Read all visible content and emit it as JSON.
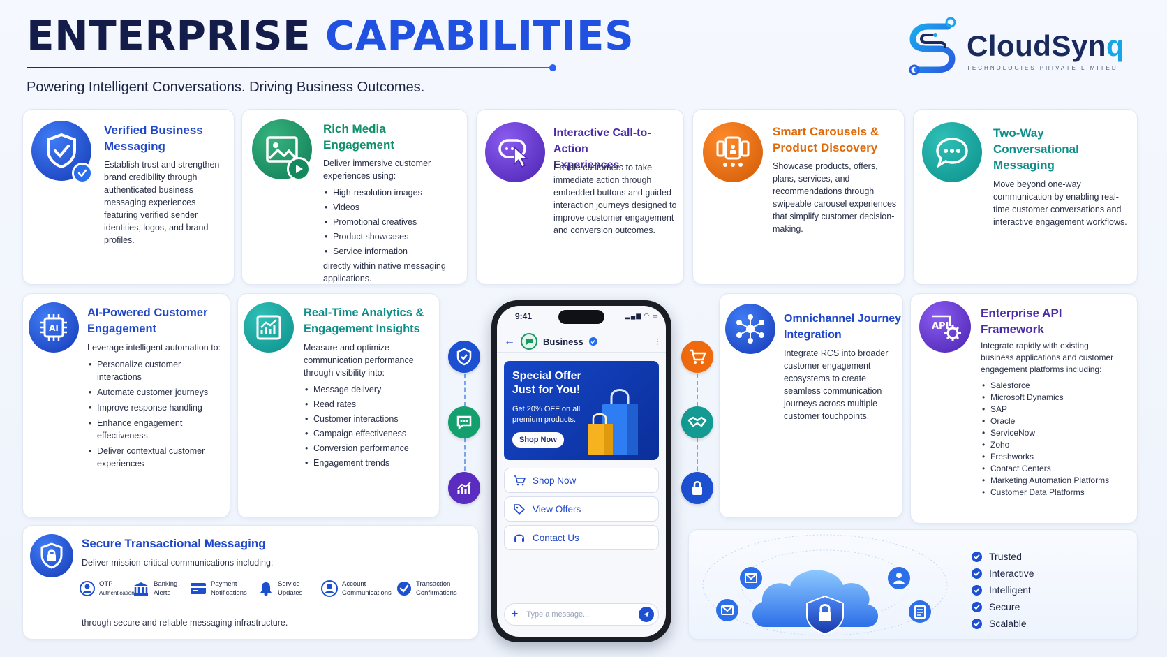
{
  "header": {
    "title_part1": "ENTERPRISE",
    "title_part2": "CAPABILITIES",
    "tagline": "Powering Intelligent Conversations. Driving Business Outcomes."
  },
  "logo": {
    "name_part1": "CloudSyn",
    "name_part2": "q",
    "subtitle": "TECHNOLOGIES PRIVATE LIMITED"
  },
  "colors": {
    "navy": "#141d4a",
    "accent_blue": "#2051e0",
    "green": "#0f8f6a",
    "purple": "#4b2aa8",
    "orange": "#e06a0a",
    "teal": "#0f8f8a"
  },
  "cards": {
    "verified": {
      "icon": "shield-check-icon",
      "title_l1": "Verified Business",
      "title_l2": "Messaging",
      "text": "Establish trust and strengthen brand credibility through authenticated business messaging experiences featuring verified sender identities, logos, and brand profiles."
    },
    "rich_media": {
      "icon": "image-play-icon",
      "title_l1": "Rich Media",
      "title_l2": "Engagement",
      "intro": "Deliver immersive customer experiences using:",
      "items": [
        "High-resolution images",
        "Videos",
        "Promotional creatives",
        "Product showcases",
        "Service information"
      ],
      "outro": "directly within native messaging applications."
    },
    "cta": {
      "icon": "click-cursor-icon",
      "title_l1": "Interactive Call-to-Action",
      "title_l2": "Experiences",
      "text": "Enable customers to take immediate action through embedded buttons and guided interaction journeys designed to improve customer engagement and conversion outcomes."
    },
    "carousel": {
      "icon": "carousel-icon",
      "title_l1": "Smart Carousels &",
      "title_l2": "Product Discovery",
      "text": "Showcase products, offers, plans, services, and recommendations through swipeable carousel experiences that simplify customer decision-making."
    },
    "two_way": {
      "icon": "chat-bubble-icon",
      "title_l1": "Two-Way",
      "title_l2": "Conversational",
      "title_l3": "Messaging",
      "text": "Move beyond one-way communication by enabling real-time customer conversations and interactive engagement workflows."
    },
    "ai": {
      "icon": "ai-chip-icon",
      "title_l1": "AI-Powered Customer",
      "title_l2": "Engagement",
      "intro": "Leverage intelligent automation to:",
      "items": [
        "Personalize customer interactions",
        "Automate customer journeys",
        "Improve response handling",
        "Enhance engagement effectiveness",
        "Deliver contextual customer experiences"
      ]
    },
    "analytics": {
      "icon": "analytics-chart-icon",
      "title_l1": "Real-Time Analytics &",
      "title_l2": "Engagement Insights",
      "intro": "Measure and optimize communication performance through visibility into:",
      "items": [
        "Message delivery",
        "Read rates",
        "Customer interactions",
        "Campaign effectiveness",
        "Conversion performance",
        "Engagement trends"
      ]
    },
    "omni": {
      "icon": "network-hub-icon",
      "title_l1": "Omnichannel Journey",
      "title_l2": "Integration",
      "text": "Integrate RCS into broader customer engagement ecosystems to create seamless communication journeys across multiple customer touchpoints."
    },
    "api": {
      "icon": "api-gear-icon",
      "title_l1": "Enterprise API",
      "title_l2": "Framework",
      "intro": "Integrate rapidly with existing business applications and customer engagement platforms including:",
      "items": [
        "Salesforce",
        "Microsoft Dynamics",
        "SAP",
        "Oracle",
        "ServiceNow",
        "Zoho",
        "Freshworks",
        "Contact Centers",
        "Marketing Automation Platforms",
        "Customer Data Platforms"
      ]
    },
    "secure": {
      "icon": "shield-lock-icon",
      "title": "Secure Transactional Messaging",
      "intro": "Deliver mission-critical communications including:",
      "items": [
        {
          "l1": "OTP",
          "l2": "Authentication",
          "icon": "user-key-icon"
        },
        {
          "l1": "Banking",
          "l2": "Alerts",
          "icon": "bank-icon"
        },
        {
          "l1": "Payment",
          "l2": "Notifications",
          "icon": "card-icon"
        },
        {
          "l1": "Service",
          "l2": "Updates",
          "icon": "bell-icon"
        },
        {
          "l1": "Account",
          "l2": "Communications",
          "icon": "account-icon"
        },
        {
          "l1": "Transaction",
          "l2": "Confirmations",
          "icon": "check-circle-icon"
        }
      ],
      "outro": "through secure and reliable messaging infrastructure."
    }
  },
  "phone": {
    "time": "9:41",
    "business_name": "Business",
    "offer_title_l1": "Special Offer",
    "offer_title_l2": "Just for You!",
    "offer_text_l1": "Get 20% OFF on all",
    "offer_text_l2": "premium products.",
    "offer_button": "Shop Now",
    "buttons": [
      "Shop Now",
      "View Offers",
      "Contact Us"
    ],
    "input_placeholder": "Type a message..."
  },
  "benefits": [
    "Trusted",
    "Interactive",
    "Intelligent",
    "Secure",
    "Scalable"
  ]
}
